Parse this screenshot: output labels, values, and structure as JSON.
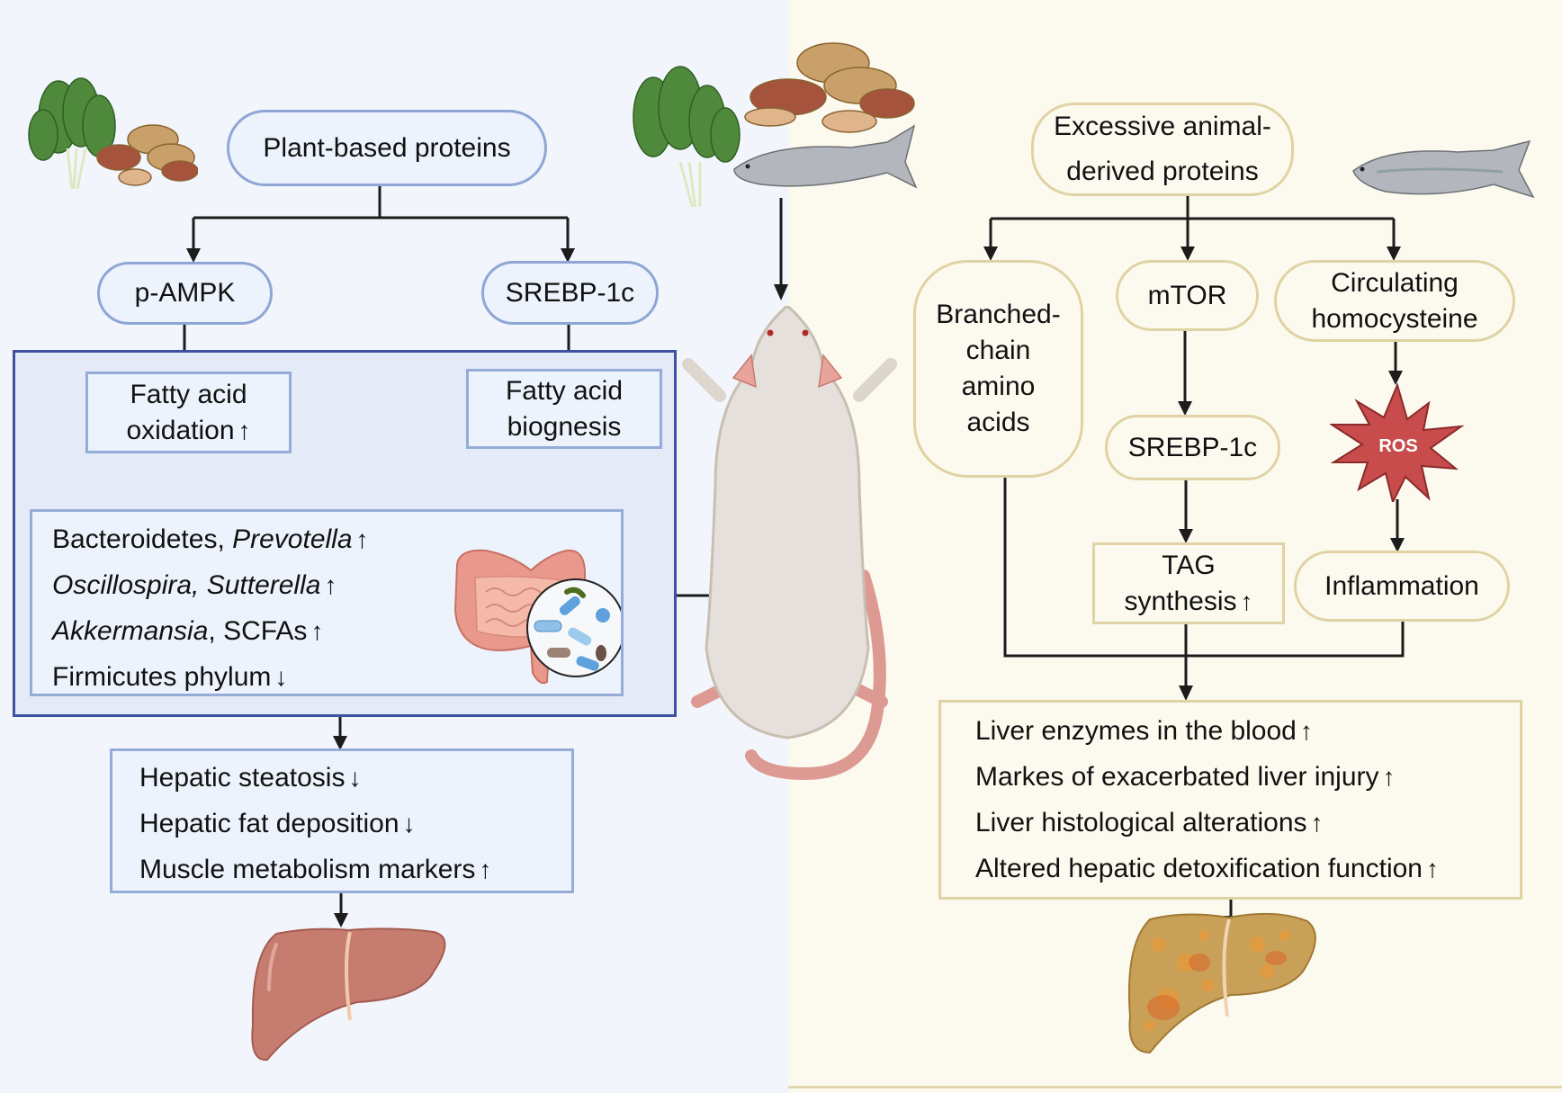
{
  "left_panel": {
    "source": "Plant-based proteins",
    "branch_left": "p-AMPK",
    "branch_right": "SREBP-1c",
    "fa_oxidation": {
      "line1": "Fatty acid",
      "line2": "oxidation",
      "trend": "↑"
    },
    "fa_biognesis": {
      "line1": "Fatty acid",
      "line2": "biognesis"
    },
    "microbiome": [
      {
        "parts": [
          {
            "text": "Bacteroidetes, ",
            "italic": false
          },
          {
            "text": "Prevotella",
            "italic": true
          }
        ],
        "trend": "↑"
      },
      {
        "parts": [
          {
            "text": "Oscillospira, Sutterella",
            "italic": true
          }
        ],
        "trend": "↑"
      },
      {
        "parts": [
          {
            "text": "Akkermansia",
            "italic": true
          },
          {
            "text": ",  SCFAs",
            "italic": false
          }
        ],
        "trend": "↑"
      },
      {
        "parts": [
          {
            "text": "Firmicutes phylum",
            "italic": false
          }
        ],
        "trend": "↓"
      }
    ],
    "outcomes": [
      {
        "text": "Hepatic steatosis",
        "trend": "↓"
      },
      {
        "text": "Hepatic fat deposition",
        "trend": "↓"
      },
      {
        "text": "Muscle metabolism markers",
        "trend": "↑"
      }
    ],
    "icons": [
      "spinach-peanuts-icon",
      "gut-microbiota-icon",
      "healthy-liver-icon"
    ]
  },
  "center": {
    "icons": [
      "spinach-peanuts-fish-icon",
      "rat-icon"
    ]
  },
  "right_panel": {
    "source_line1": "Excessive animal-",
    "source_line2": "derived proteins",
    "bcaa": [
      "Branched-",
      "chain",
      "amino",
      "acids"
    ],
    "mtor": "mTOR",
    "homocysteine": [
      "Circulating",
      "homocysteine"
    ],
    "srebp": "SREBP-1c",
    "ros": "ROS",
    "tag": {
      "line1": "TAG",
      "line2": "synthesis",
      "trend": "↑"
    },
    "inflammation": "Inflammation",
    "outcomes": [
      {
        "text": "Liver enzymes in the blood",
        "trend": "↑"
      },
      {
        "text": "Markes of exacerbated liver injury",
        "trend": "↑"
      },
      {
        "text": "Liver histological alterations",
        "trend": "↑"
      },
      {
        "text": "Altered hepatic detoxification function",
        "trend": "↑"
      }
    ],
    "icons": [
      "fish-icon",
      "fatty-liver-icon"
    ]
  },
  "colors": {
    "left_bg": "#f2f6fc",
    "right_bg": "#fcfaef",
    "blue_border": "#8ea6d6",
    "dark_blue_border": "#3f51a0",
    "gold_border": "#e0d3a3",
    "ros_fill": "#c94c4c"
  }
}
